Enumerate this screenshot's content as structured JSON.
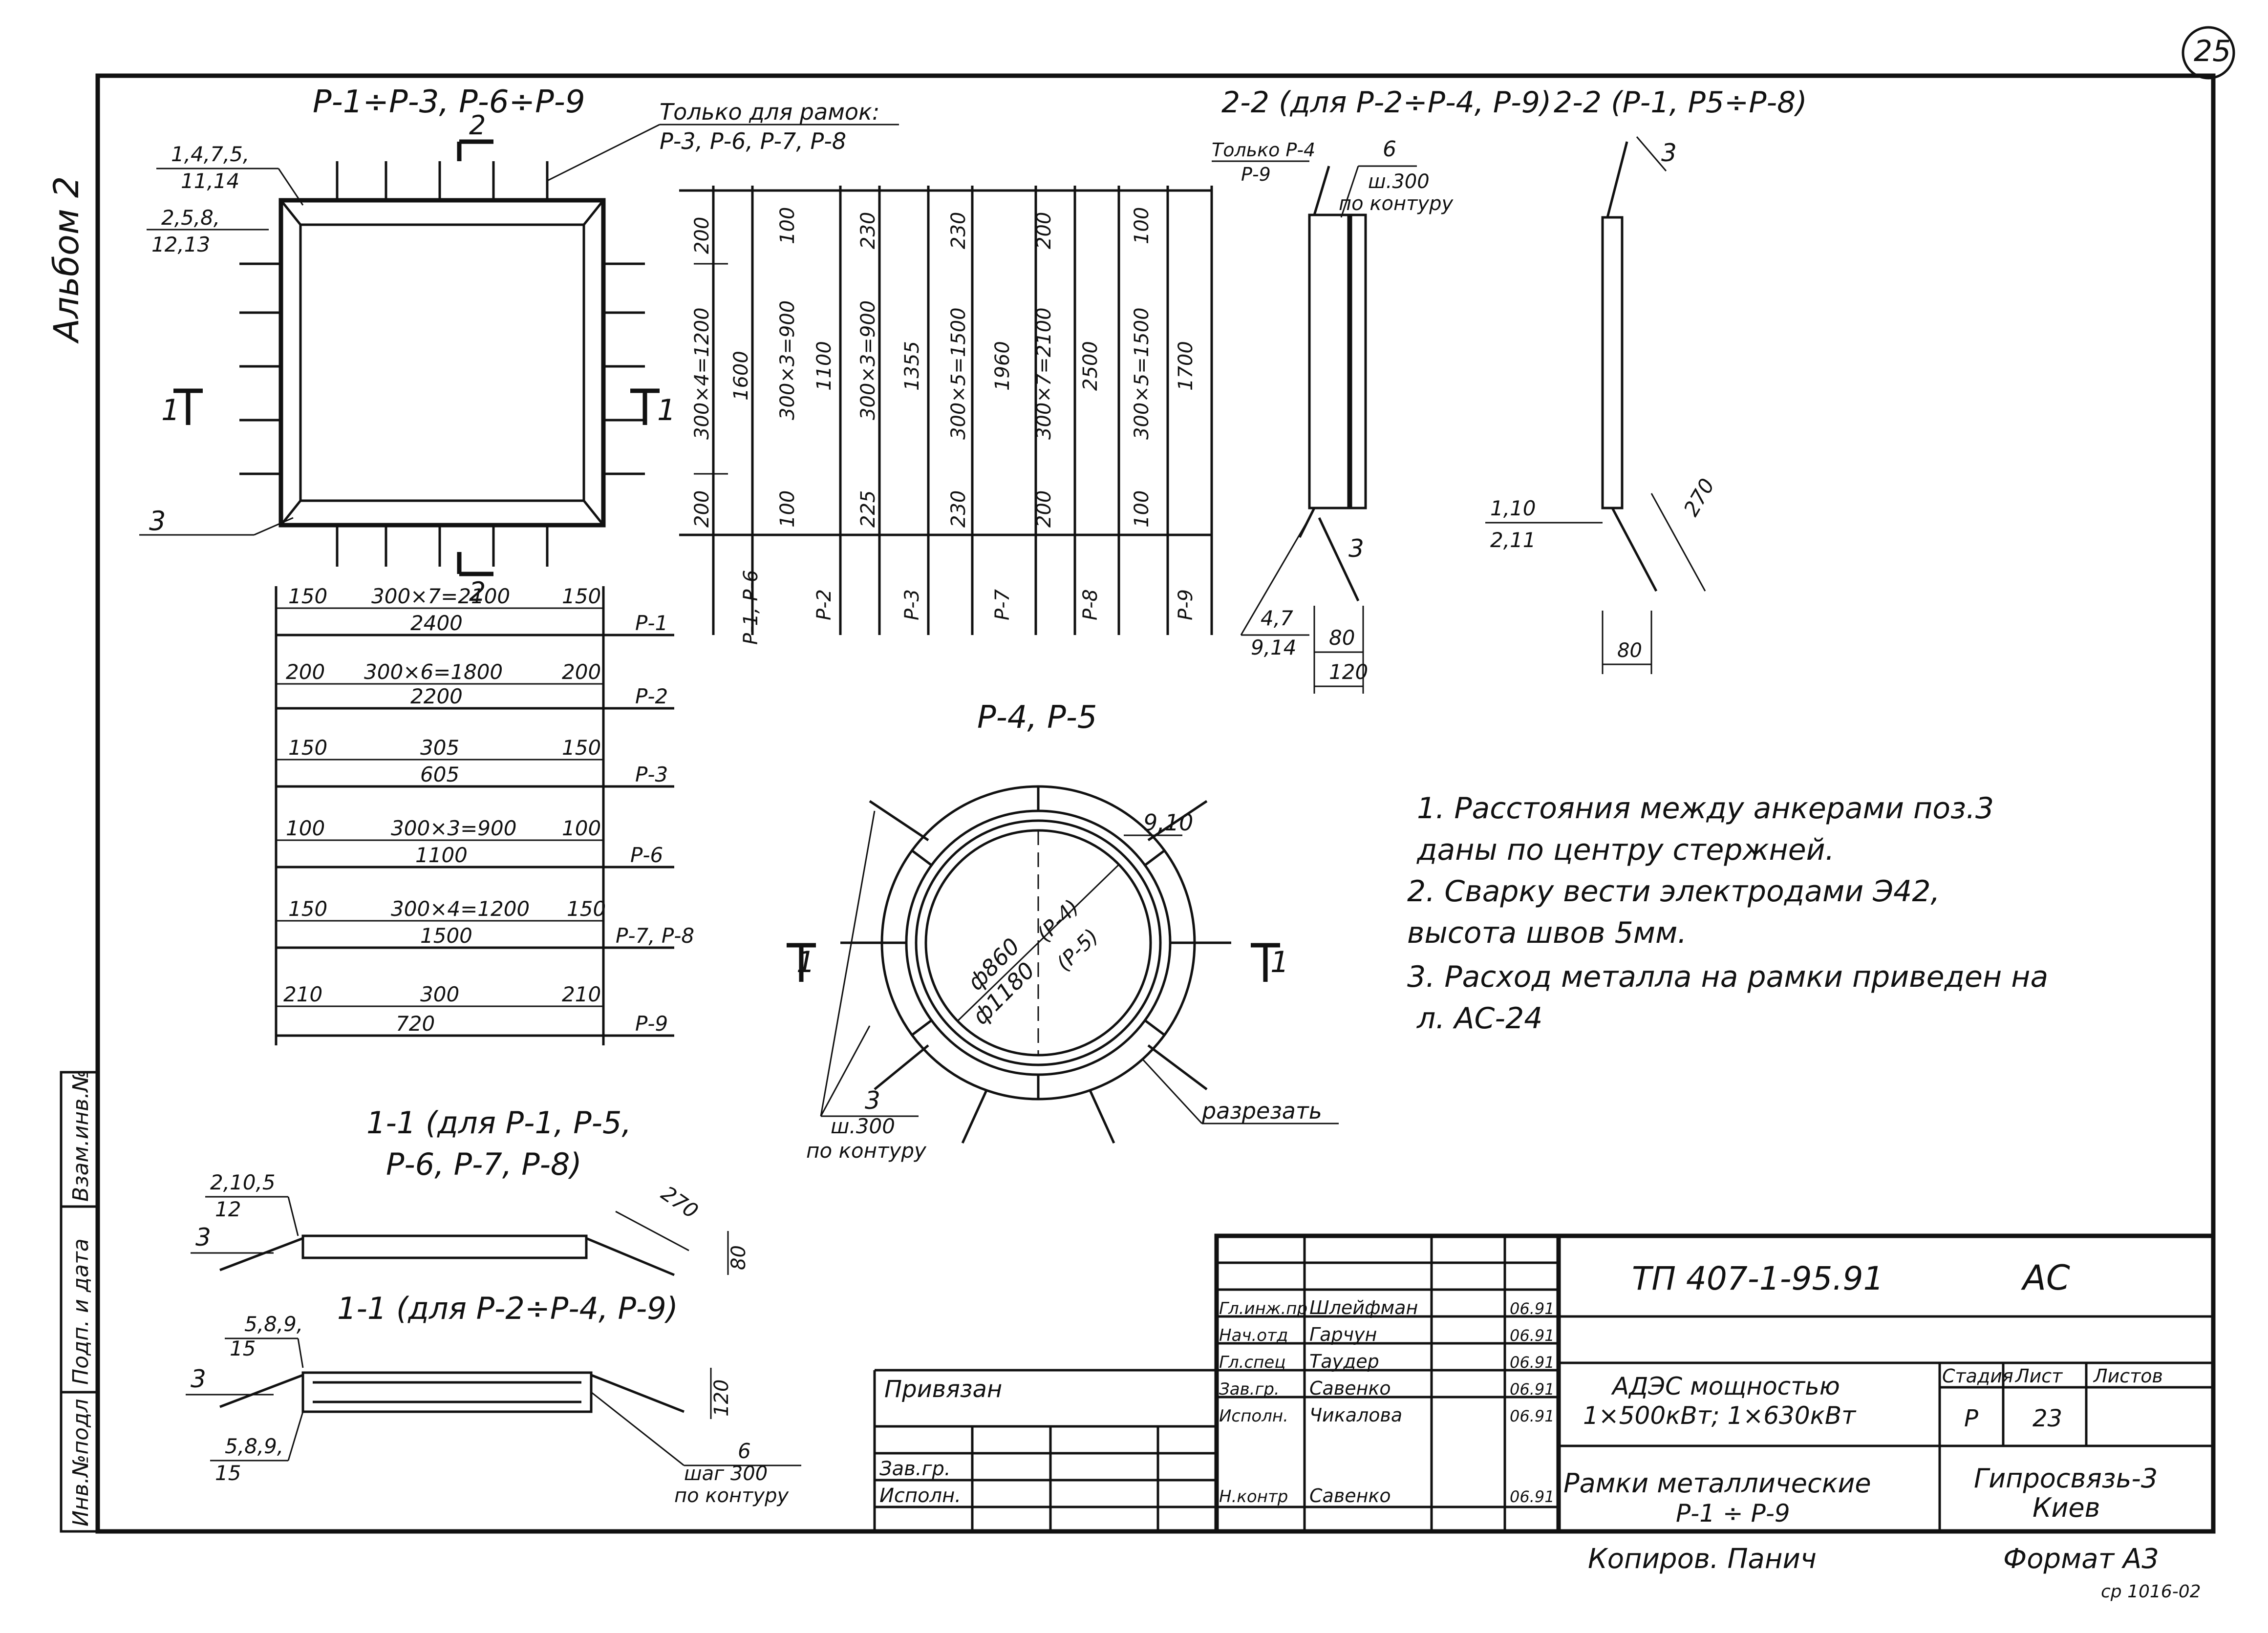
{
  "sheet_number": "25",
  "album_label": "Альбом 2",
  "frame_fields": {
    "inv": "Инв.№подл",
    "sign": "Подп. и дата",
    "replace": "Взам.инв.№"
  },
  "frame_plan": {
    "title": "Р-1÷Р-3, Р-6÷Р-9",
    "note_line1": "Только для рамок:",
    "note_line2": "Р-3, Р-6, Р-7, Р-8",
    "pos_tl1": "1,4,7,5,",
    "pos_tl2": "11,14",
    "pos_tl3": "2,5,8,",
    "pos_tl4": "12,13",
    "section_mark": "2",
    "section_1": "1",
    "anchor": "3"
  },
  "vertical_dims": [
    {
      "top": "200",
      "mid": "300×4=1200",
      "bot": "200",
      "total": "1600",
      "label": "Р-1, Р-6"
    },
    {
      "top": "100",
      "mid": "300×3=900",
      "bot": "100",
      "total": "1100",
      "label": "Р-2"
    },
    {
      "top": "230",
      "mid": "300×3=900",
      "bot": "225",
      "total": "1355",
      "label": "Р-3"
    },
    {
      "top": "230",
      "mid": "300×5=1500",
      "bot": "230",
      "total": "1960",
      "label": "Р-7"
    },
    {
      "top": "200",
      "mid": "300×7=2100",
      "bot": "200",
      "total": "2500",
      "label": "Р-8"
    },
    {
      "top": "100",
      "mid": "300×5=1500",
      "bot": "100",
      "total": "1700",
      "label": "Р-9"
    }
  ],
  "horizontal_dims": [
    {
      "left": "150",
      "mid": "300×7=2100",
      "right": "150",
      "total": "2400",
      "label": "Р-1"
    },
    {
      "left": "200",
      "mid": "300×6=1800",
      "right": "200",
      "total": "2200",
      "label": "Р-2"
    },
    {
      "left": "150",
      "mid": "305",
      "right": "150",
      "total": "605",
      "label": "Р-3"
    },
    {
      "left": "100",
      "mid": "300×3=900",
      "right": "100",
      "total": "1100",
      "label": "Р-6"
    },
    {
      "left": "150",
      "mid": "300×4=1200",
      "right": "150",
      "total": "1500",
      "label": "Р-7, Р-8"
    },
    {
      "left": "210",
      "mid": "300",
      "right": "210",
      "total": "720",
      "label": "Р-9"
    }
  ],
  "section22a": {
    "title": "2-2 (для Р-2÷Р-4, Р-9)",
    "only1": "Только Р-4",
    "only2": "Р-9",
    "pos6": "6",
    "step1": "ш.300",
    "step2": "по контуру",
    "pos3": "3",
    "pos47": "4,7",
    "pos914": "9,14",
    "d80": "80",
    "d120": "120"
  },
  "section22b": {
    "title": "2-2 (Р-1, Р5÷Р-8)",
    "pos3": "3",
    "pos110": "1,10",
    "pos211": "2,11",
    "d270": "270",
    "d80": "80"
  },
  "ring": {
    "title": "Р-4, Р-5",
    "d_inner": "ф860",
    "d_outer": "ф1180",
    "p4": "(Р-4)",
    "p5": "(Р-5)",
    "pos910": "9,10",
    "cut": "разрезать",
    "anchor": "3",
    "step1": "ш.300",
    "step2": "по контуру",
    "section": "1"
  },
  "notes": [
    "1. Расстояния между анкерами поз.3",
    "даны по центру стержней.",
    "2. Сварку вести электродами Э42,",
    "высота швов 5мм.",
    "3. Расход металла на рамки приведен на",
    "л. АС-24"
  ],
  "section11a": {
    "title1": "1-1 (для Р-1, Р-5,",
    "title2": "Р-6, Р-7, Р-8)",
    "pos1": "2,10,5",
    "pos2": "12",
    "pos3": "3",
    "d270": "270",
    "d80": "80"
  },
  "section11b": {
    "title": "1-1 (для Р-2÷Р-4, Р-9)",
    "pos_a1": "5,8,9,",
    "pos_a2": "15",
    "pos3": "3",
    "pos_b1": "5,8,9,",
    "pos_b2": "15",
    "d120": "120",
    "pos6": "6",
    "step1": "шаг 300",
    "step2": "по контуру"
  },
  "title_block": {
    "doc_code": "ТП 407-1-95.91",
    "mark": "АС",
    "attached": "Привязан",
    "zav_gr": "Зав.гр.",
    "ispoln": "Исполн.",
    "roles": [
      {
        "role": "Гл.инж.пр",
        "name": "Шлейфман",
        "date": "06.91"
      },
      {
        "role": "Нач.отд",
        "name": "Гарчун",
        "date": "06.91"
      },
      {
        "role": "Гл.спец",
        "name": "Таудер",
        "date": "06.91"
      },
      {
        "role": "Зав.гр.",
        "name": "Савенко",
        "date": "06.91"
      },
      {
        "role": "Исполн.",
        "name": "Чикалова",
        "date": "06.91"
      },
      {
        "role": "Н.контр",
        "name": "Савенко",
        "date": "06.91"
      }
    ],
    "project1": "АДЭС мощностью",
    "project2": "1×500кВт; 1×630кВт",
    "stage_h": "Стадия",
    "sheet_h": "Лист",
    "sheets_h": "Листов",
    "stage": "Р",
    "sheet": "23",
    "sheets": "",
    "name1": "Рамки металлические",
    "name2": "Р-1 ÷ Р-9",
    "org1": "Гипросвязь-3",
    "org2": "Киев"
  },
  "footer": {
    "copied": "Копиров. Панич",
    "format": "Формат А3",
    "code": "ср 1016-02"
  }
}
